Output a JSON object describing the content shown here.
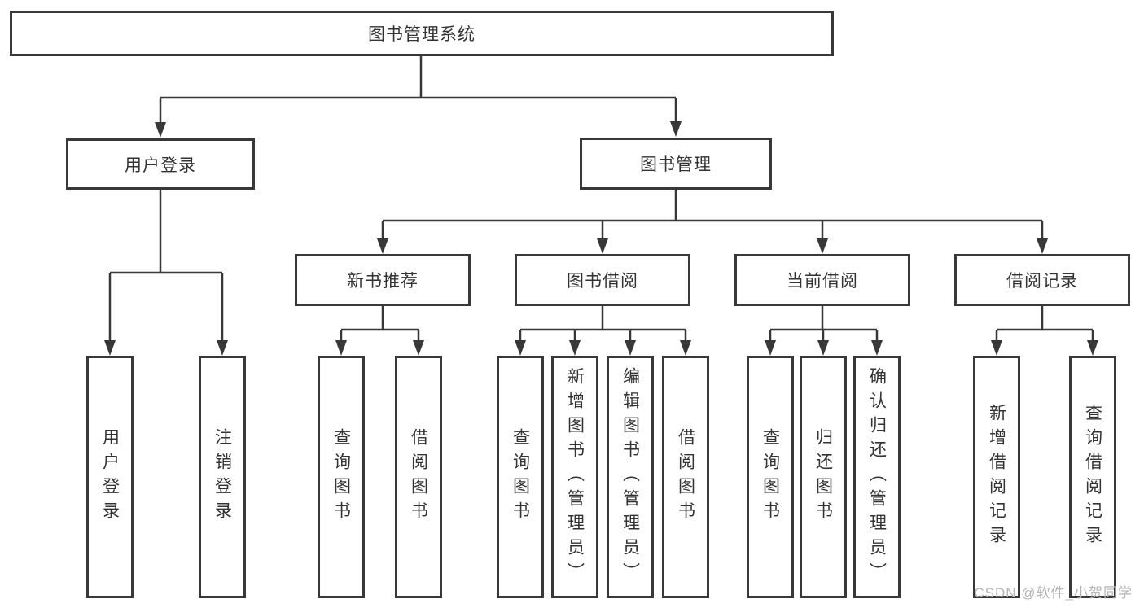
{
  "diagram": {
    "title": "图书管理系统",
    "nodes": {
      "root": "图书管理系统",
      "user_login": "用户登录",
      "book_mgmt": "图书管理",
      "new_book_rec": "新书推荐",
      "book_borrow": "图书借阅",
      "current_borrow": "当前借阅",
      "borrow_records": "借阅记录",
      "leaf_user_login": "用户登录",
      "leaf_logout": "注销登录",
      "leaf_rec_query_book": "查询图书",
      "leaf_rec_borrow_book": "借阅图书",
      "leaf_bb_query_book": "查询图书",
      "leaf_bb_add_book": "新增图书（管理员）",
      "leaf_bb_edit_book": "编辑图书（管理员）",
      "leaf_bb_borrow_book": "借阅图书",
      "leaf_cb_query_book": "查询图书",
      "leaf_cb_return_book": "归还图书",
      "leaf_cb_confirm_return": "确认归还（管理员）",
      "leaf_br_add_record": "新增借阅记录",
      "leaf_br_query_record": "查询借阅记录"
    },
    "colors": {
      "line": "#383838",
      "text": "#333333",
      "background": "#ffffff",
      "watermark": "#b5b5b5"
    }
  },
  "watermark": {
    "text": "CSDN @软件_小贺同学"
  }
}
